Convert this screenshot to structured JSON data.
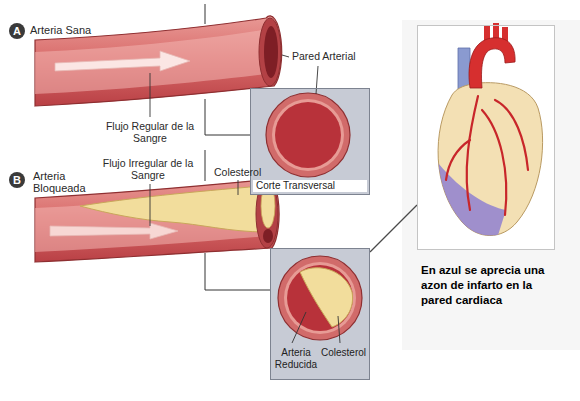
{
  "diagram": {
    "nodes": [
      {
        "text": [
          "A"
        ]
      },
      {
        "text": [
          "Corte Transversal"
        ]
      },
      {
        "text": [
          "B"
        ]
      },
      {
        "text": [
          "Arteria Reducida",
          "Colesterol"
        ]
      },
      {
        "text": [
          "En azul se aprecia una azon de infarto en la pared cardiaca"
        ]
      }
    ],
    "edges": [
      {
        "from": 3,
        "to": 4,
        "arrow": "none"
      }
    ],
    "labels": [
      "Arteria Sana",
      "Pared Arterial",
      "Flujo Regular de la Sangre",
      "Arteria Bloqueada",
      "Flujo Irregular de la Sangre",
      "Colesterol"
    ]
  }
}
